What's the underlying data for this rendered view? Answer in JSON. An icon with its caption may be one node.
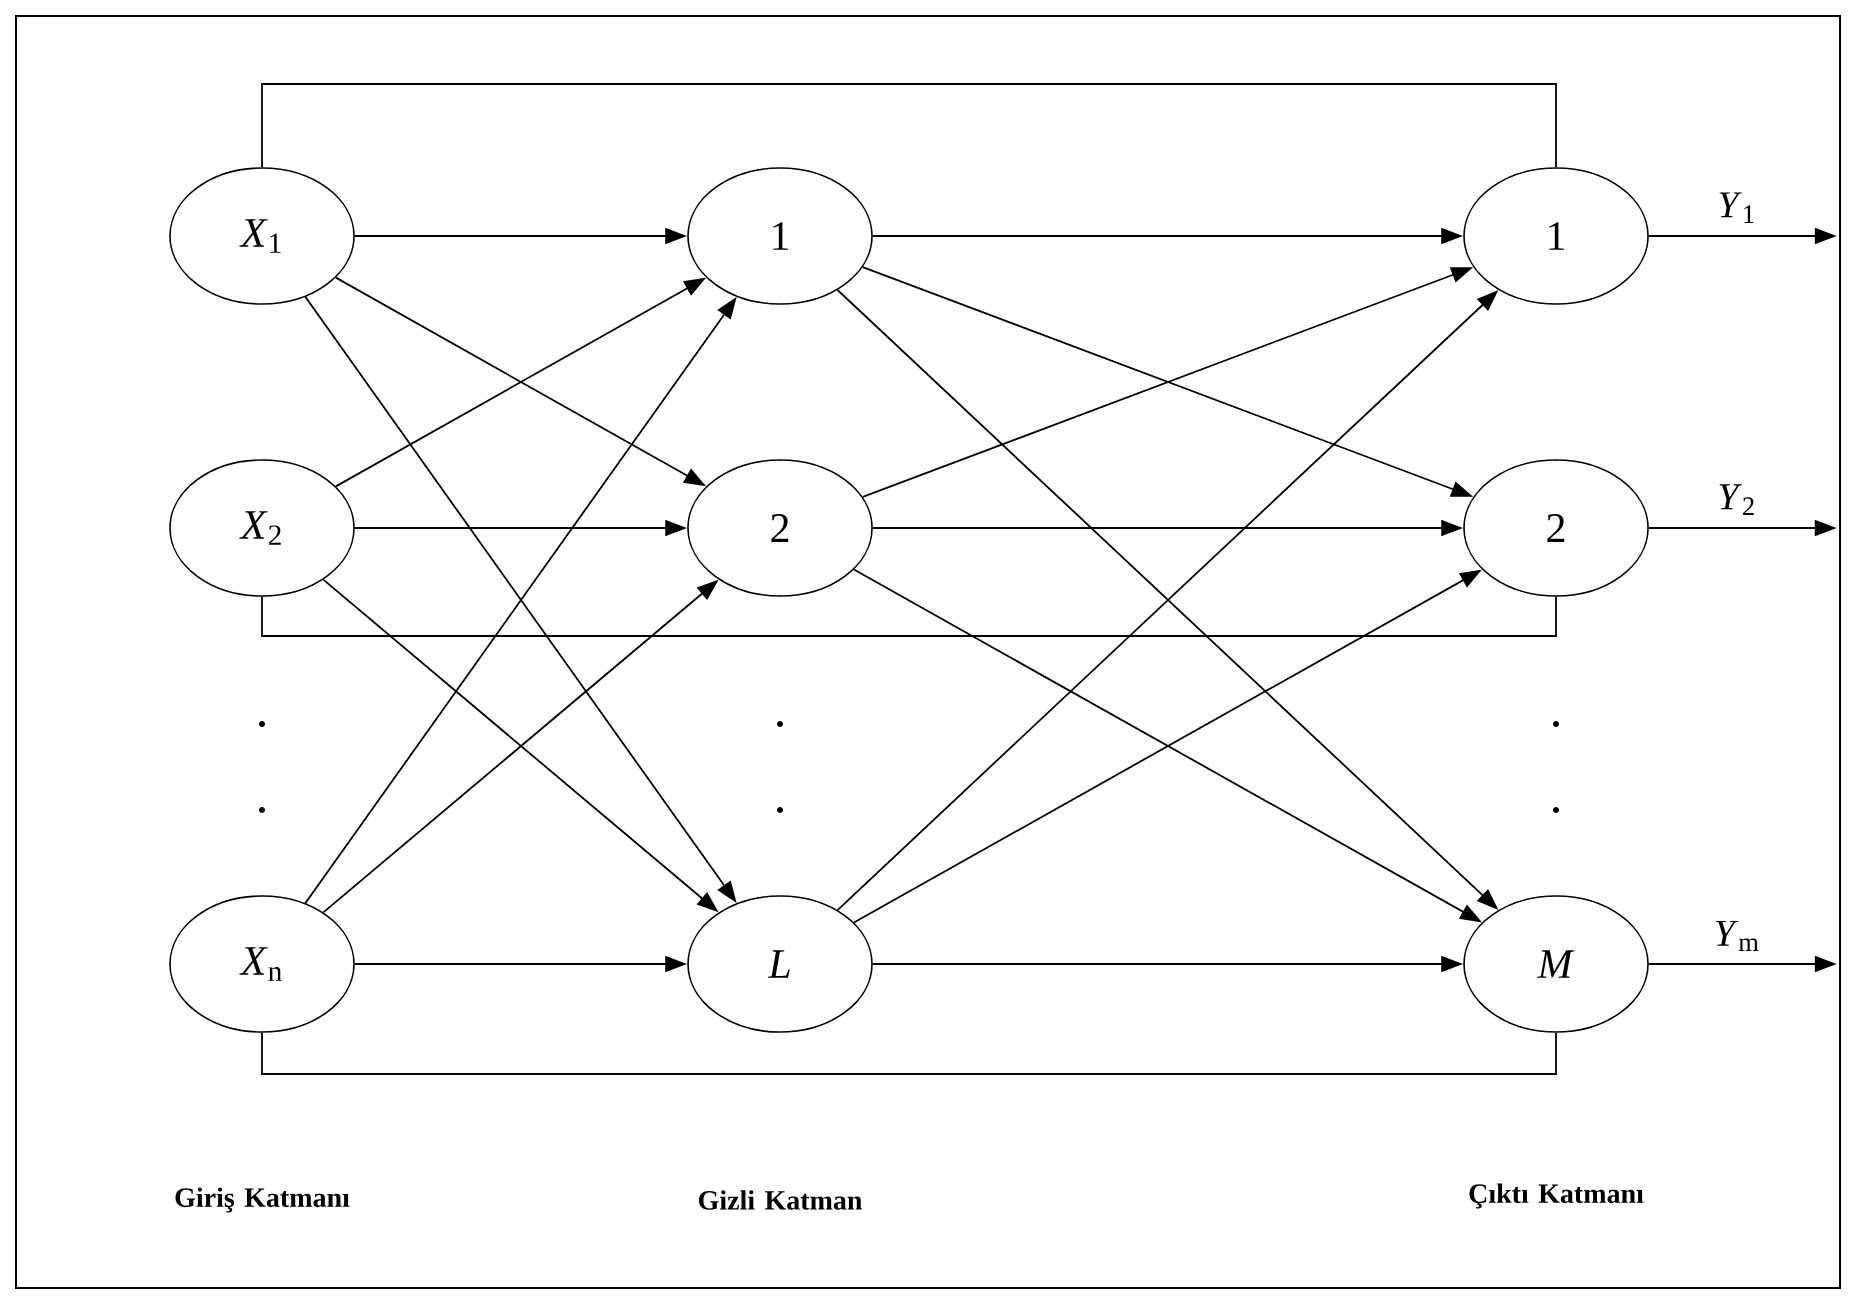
{
  "diagram": {
    "nodes": [
      {
        "text": [
          "*X*$_{1}$"
        ]
      },
      {
        "text": [
          "*X*$_{2}$"
        ]
      },
      {
        "text": [
          "*X*$_{n}$"
        ]
      },
      {
        "text": [
          "1"
        ]
      },
      {
        "text": [
          "2"
        ]
      },
      {
        "text": [
          "*L*"
        ]
      },
      {
        "text": [
          "1"
        ]
      },
      {
        "text": [
          "2"
        ]
      },
      {
        "text": [
          "*M*"
        ]
      }
    ],
    "edges": [
      {
        "from": 0,
        "to": 3,
        "arrow": "to"
      },
      {
        "from": 0,
        "to": 4,
        "arrow": "to"
      },
      {
        "from": 0,
        "to": 5,
        "arrow": "to"
      },
      {
        "from": 1,
        "to": 3,
        "arrow": "to"
      },
      {
        "from": 1,
        "to": 4,
        "arrow": "to"
      },
      {
        "from": 1,
        "to": 5,
        "arrow": "to"
      },
      {
        "from": 2,
        "to": 3,
        "arrow": "to"
      },
      {
        "from": 2,
        "to": 4,
        "arrow": "to"
      },
      {
        "from": 2,
        "to": 5,
        "arrow": "to"
      },
      {
        "from": 3,
        "to": 6,
        "arrow": "to"
      },
      {
        "from": 3,
        "to": 7,
        "arrow": "to"
      },
      {
        "from": 3,
        "to": 8,
        "arrow": "to"
      },
      {
        "from": 4,
        "to": 6,
        "arrow": "to"
      },
      {
        "from": 4,
        "to": 7,
        "arrow": "to"
      },
      {
        "from": 4,
        "to": 8,
        "arrow": "to"
      },
      {
        "from": 5,
        "to": 6,
        "arrow": "to"
      },
      {
        "from": 5,
        "to": 7,
        "arrow": "to"
      },
      {
        "from": 5,
        "to": 8,
        "arrow": "to"
      },
      {
        "from": 0,
        "to": 6,
        "arrow": "none"
      },
      {
        "from": 1,
        "to": 7,
        "arrow": "none"
      },
      {
        "from": 2,
        "to": 8,
        "arrow": "none"
      },
      {
        "from": 6,
        "to": null,
        "arrow": "to",
        "label": "*Y*$_{1}$"
      },
      {
        "from": 7,
        "to": null,
        "arrow": "to",
        "label": "*Y*$_{2}$"
      },
      {
        "from": 8,
        "to": null,
        "arrow": "to",
        "label": "*Y*$_{m}$"
      }
    ],
    "labels": [
      "Giriş Katmanı",
      "Gizli Katman",
      "Çıktı Katmanı"
    ]
  }
}
